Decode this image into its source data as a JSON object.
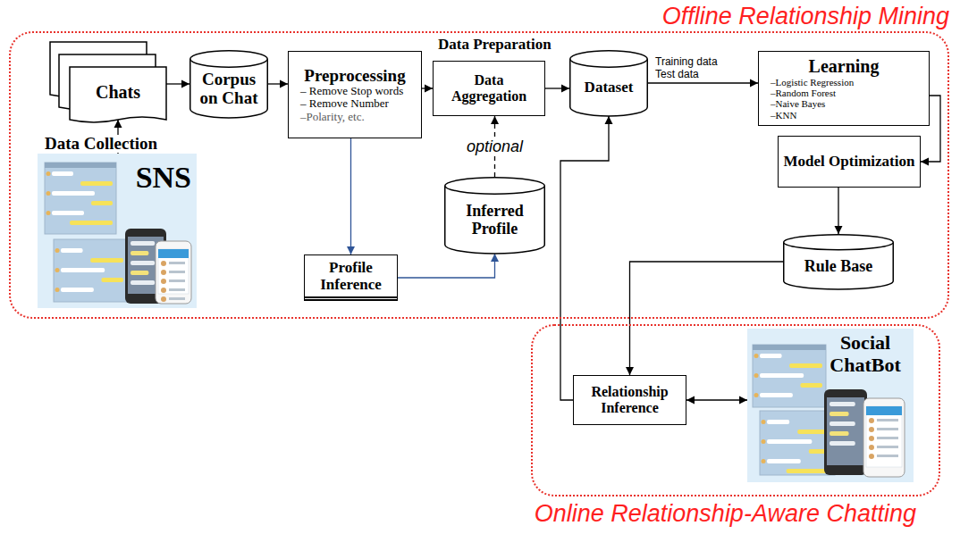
{
  "diagram": {
    "nodes": [
      {
        "text": [
          "Offline Relationship Mining"
        ]
      },
      {
        "text": [
          "Chats"
        ],
        "in": 0
      },
      {
        "text": [
          "Corpus on Chat"
        ],
        "in": 0
      },
      {
        "text": [
          "Preprocessing",
          "– Remove Stop words",
          "– Remove Number",
          "–Polarity, etc."
        ],
        "in": 0
      },
      {
        "text": [
          "Data Aggregation"
        ],
        "in": 0
      },
      {
        "text": [
          "Dataset"
        ],
        "in": 0
      },
      {
        "text": [
          "Learning",
          "–Logistic Regression",
          "–Random Forest",
          "–Naive Bayes",
          "–KNN"
        ],
        "in": 0
      },
      {
        "text": [
          "SNS"
        ],
        "in": 0
      },
      {
        "text": [
          "Inferred Profile"
        ],
        "in": 0
      },
      {
        "text": [
          "Model Optimization"
        ],
        "in": 0
      },
      {
        "text": [
          "Profile Inference"
        ],
        "in": 0
      },
      {
        "text": [
          "Rule Base"
        ],
        "in": 0
      },
      {
        "text": [
          "Online Relationship-Aware Chatting"
        ]
      },
      {
        "text": [
          "Relationship Inference"
        ],
        "in": 12
      },
      {
        "text": [
          "Social ChatBot"
        ],
        "in": 12
      }
    ],
    "edges": [
      {
        "from": 7,
        "to": 1,
        "arrow": "to"
      },
      {
        "from": 1,
        "to": 2,
        "arrow": "to"
      },
      {
        "from": 2,
        "to": 3,
        "arrow": "to"
      },
      {
        "from": 3,
        "to": 4,
        "arrow": "to"
      },
      {
        "from": 4,
        "to": 5,
        "arrow": "to"
      },
      {
        "from": 5,
        "to": 6,
        "arrow": "to",
        "label": "Training data Test data"
      },
      {
        "from": 6,
        "to": 9,
        "arrow": "to"
      },
      {
        "from": 9,
        "to": 11,
        "arrow": "to"
      },
      {
        "from": 3,
        "to": 10,
        "arrow": "to"
      },
      {
        "from": 10,
        "to": 8,
        "arrow": "to"
      },
      {
        "from": 8,
        "to": 4,
        "arrow": "to",
        "label": "optional"
      },
      {
        "from": 11,
        "to": 13,
        "arrow": "to"
      },
      {
        "from": 13,
        "to": 5,
        "arrow": "to"
      },
      {
        "from": 13,
        "to": 14,
        "arrow": "both"
      }
    ],
    "labels": [
      "Data Collection",
      "Data Preparation"
    ]
  }
}
